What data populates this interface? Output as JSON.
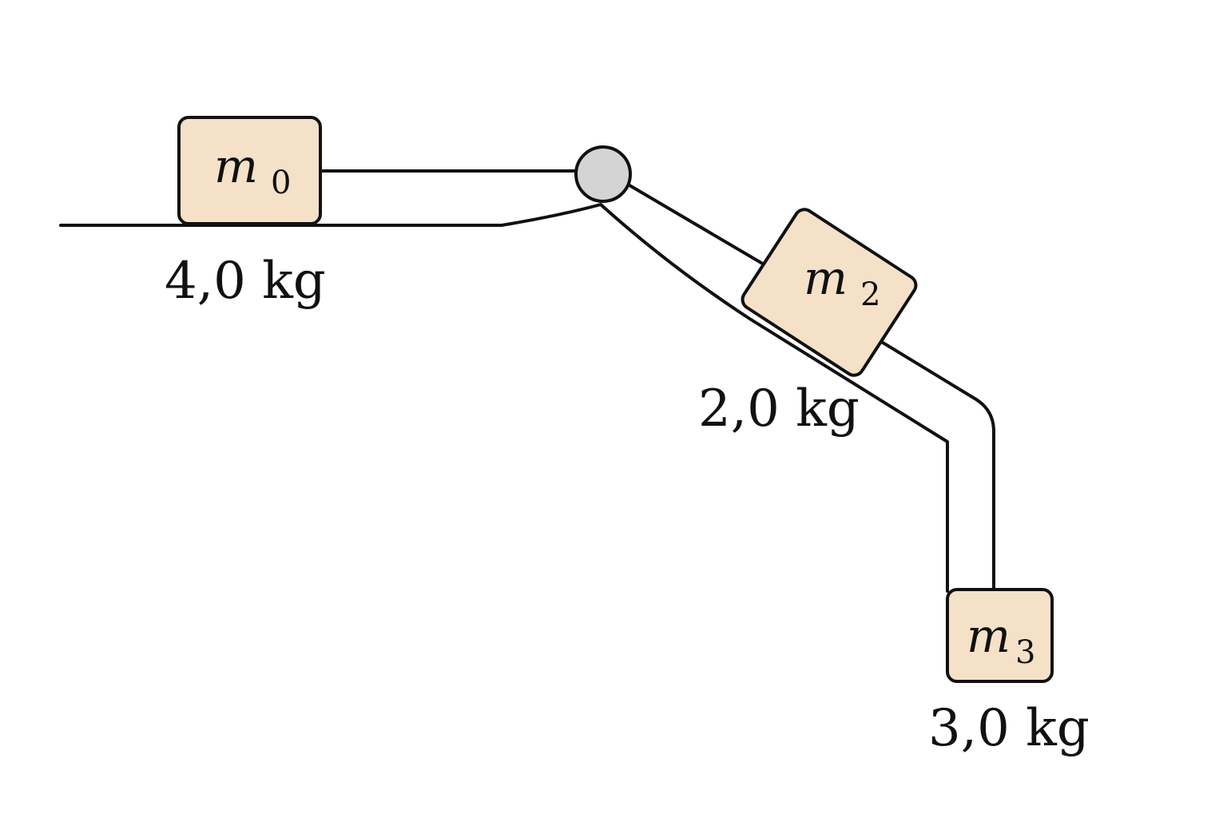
{
  "colors": {
    "block_fill": "#f5e1c8",
    "pulley_fill": "#d4d4d4",
    "line": "#111111",
    "background": "#ffffff"
  },
  "blocks": {
    "m0": {
      "symbol": "m",
      "subscript": "0",
      "mass_label": "4,0 kg"
    },
    "m2": {
      "symbol": "m",
      "subscript": "2",
      "mass_label": "2,0 kg"
    },
    "m3": {
      "symbol": "m",
      "subscript": "3",
      "mass_label": "3,0 kg"
    }
  },
  "pulley": {
    "icon": "pulley-icon"
  }
}
